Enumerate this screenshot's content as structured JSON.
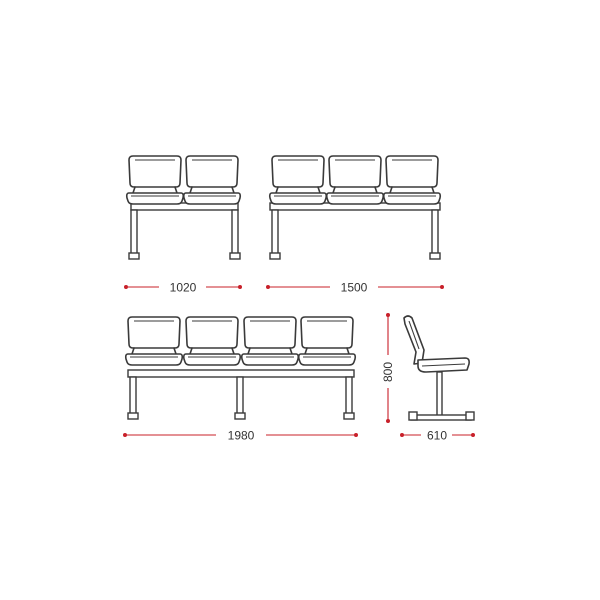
{
  "dimensions": {
    "two_seat_width": "1020",
    "three_seat_width": "1500",
    "four_seat_width": "1980",
    "height": "800",
    "side_depth": "610"
  },
  "colors": {
    "line": "#3a3a3a",
    "dimension": "#c8202a"
  }
}
